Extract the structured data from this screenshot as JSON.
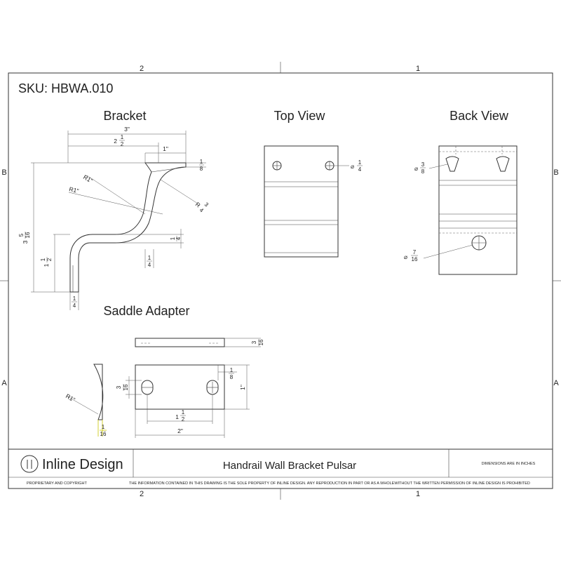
{
  "sheet": {
    "sku": "SKU: HBWA.010",
    "zones_top": [
      "2",
      "1"
    ],
    "zones_bottom": [
      "2",
      "1"
    ],
    "zones_left": [
      "B",
      "A"
    ],
    "zones_right": [
      "B",
      "A"
    ]
  },
  "views": {
    "bracket": "Bracket",
    "top": "Top View",
    "back": "Back View",
    "saddle": "Saddle Adapter"
  },
  "dims": {
    "bracket": {
      "w3": "3\"",
      "w2half_whole": "2",
      "w2half_num": "1",
      "w2half_den": "2",
      "w1": "1\"",
      "top_num": "1",
      "top_den": "8",
      "r1a": "R1\"",
      "r1b": "R1\"",
      "r34_prefix": "R",
      "r34_num": "3",
      "r34_den": "4",
      "h3516_whole": "3",
      "h3516_num": "5",
      "h3516_den": "16",
      "h112_whole": "1",
      "h112_num": "1",
      "h112_den": "2",
      "q1_num": "1",
      "q1_den": "4",
      "q2_num": "1",
      "q2_den": "4",
      "q3_num": "1",
      "q3_den": "4"
    },
    "top": {
      "dia_prefix": "⌀",
      "dia_num": "1",
      "dia_den": "4"
    },
    "back": {
      "d38_prefix": "⌀",
      "d38_num": "3",
      "d38_den": "8",
      "d716_prefix": "⌀",
      "d716_num": "7",
      "d716_den": "16"
    },
    "saddle": {
      "t316_num": "3",
      "t316_den": "16",
      "r1": "R1\"",
      "b116_num": "1",
      "b116_den": "16",
      "s18_num": "1",
      "s18_den": "8",
      "w1": "1\"",
      "h316_num": "3",
      "h316_den": "16",
      "c112_whole": "1",
      "c112_num": "1",
      "c112_den": "2",
      "w2": "2\""
    }
  },
  "title_block": {
    "logo_mark": "I",
    "brand": "Inline Design",
    "product": "Handrail Wall Bracket Pulsar",
    "units_note": "DIMENSIONS ARE IN INCHES",
    "proprietary": "PROPRIETARY AND COPYRIGHT",
    "disclaimer": "THE INFORMATION CONTAINED IN THIS DRAWING IS THE SOLE PROPERTY OF INLINE DESIGN.  ANY REPRODUCTION IN PART OR AS A WHOLEWITHOUT THE WRITTEN PERMISSION OF INLINE DESIGN IS PROHIBITED"
  },
  "colors": {
    "line": "#333333",
    "hint": "#c8c400"
  }
}
